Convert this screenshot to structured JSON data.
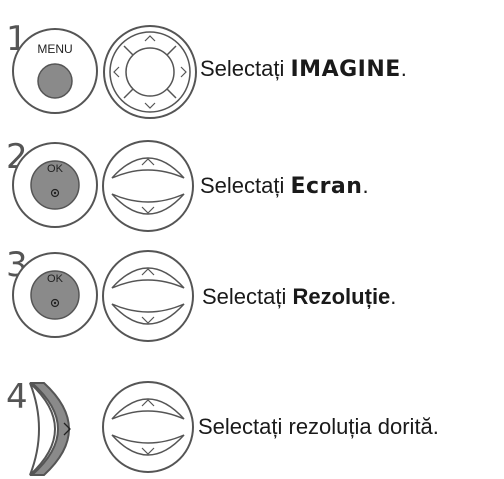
{
  "steps": [
    {
      "number": "1",
      "button": "MENU",
      "prefix": "Selectați ",
      "keyword": "IMAGINE",
      "suffix": ".",
      "pad": "4-way"
    },
    {
      "number": "2",
      "button": "OK",
      "prefix": "Selectați ",
      "keyword": "Ecran",
      "suffix": ".",
      "pad": "up-down"
    },
    {
      "number": "3",
      "button": "OK",
      "prefix": "Selectați ",
      "keyword": "Rezoluție",
      "suffix": ".",
      "pad": "up-down"
    },
    {
      "number": "4",
      "button": "right-arrow",
      "prefix": "Selectați rezoluția dorită.",
      "keyword": "",
      "suffix": "",
      "pad": "up-down"
    }
  ],
  "colors": {
    "outline": "#555555",
    "fill": "#ffffff",
    "menu_fill": "#8a8a8a",
    "arrow": "#555555"
  }
}
